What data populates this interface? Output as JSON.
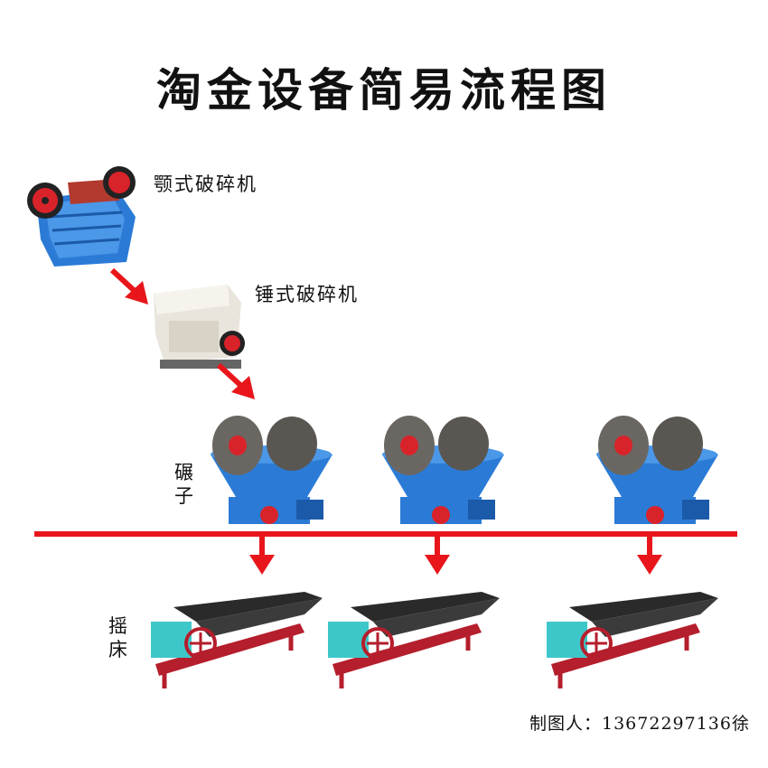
{
  "title": "淘金设备简易流程图",
  "stages": {
    "jaw_crusher": "颚式破碎机",
    "hammer_crusher": "锤式破碎机",
    "wet_pan_mill": "碾子",
    "shaking_table": "摇床"
  },
  "credit": "制图人：13672297136徐",
  "colors": {
    "arrow": "#e8161b",
    "machine_blue": "#2b7bd6",
    "wheel_red": "#d9232a",
    "table_cyan": "#3ec7c9",
    "frame_red": "#b51e2c"
  }
}
